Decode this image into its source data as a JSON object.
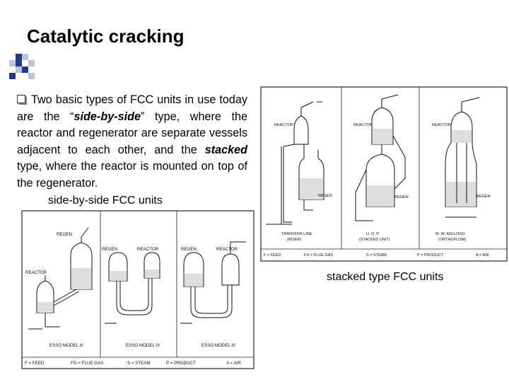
{
  "slide": {
    "title": "Catalytic cracking",
    "bullet": {
      "text_1": "Two basic types of FCC units in use today are the “",
      "emph_1": "side-by-side",
      "text_2": "” type, where the reactor and regenerator are separate vessels adjacent to each other, and the ",
      "emph_2": "stacked",
      "text_3": " type, where the reactor is mounted on top of the regenerator."
    },
    "caption_side_by_side": "side-by-side FCC units",
    "caption_stacked": "stacked type FCC units"
  },
  "stacked_figure": {
    "units": [
      {
        "name_line1": "TRANSFER LINE",
        "name_line2": "(RISER)",
        "label_reactor": "REACTOR",
        "label_regen": "REGEN"
      },
      {
        "name_line1": "U. O. P.",
        "name_line2": "(STACKED UNIT)",
        "label_reactor": "REACTOR",
        "label_regen": "REGEN"
      },
      {
        "name_line1": "M. W. KELLOGG",
        "name_line2": "(ORTHOFLOW)",
        "label_reactor": "REACTOR",
        "label_regen": "REGEN"
      }
    ],
    "legend": [
      "F = FEED",
      "FG = FLUE GAS",
      "S = STEAM",
      "P = PRODUCT",
      "A = AIR"
    ]
  },
  "side_figure": {
    "units": [
      {
        "name": "ESSO MODEL III",
        "label_reactor": "REACTOR",
        "label_regen": "REGEN"
      },
      {
        "name": "ESSO MODEL IV",
        "label_reactor": "REACTOR",
        "label_regen": "REGEN"
      },
      {
        "name": "ESSO MODEL IV",
        "label_reactor": "REACTOR",
        "label_regen": "REGEN"
      }
    ],
    "legend": [
      "F = FEED",
      "FG = FLUE GAS",
      "S = STEAM",
      "P = PRODUCT",
      "A = AIR"
    ]
  },
  "colors": {
    "deco_dark": "#1f3a8a",
    "deco_light": "#b9c4dd",
    "line": "#111111"
  }
}
